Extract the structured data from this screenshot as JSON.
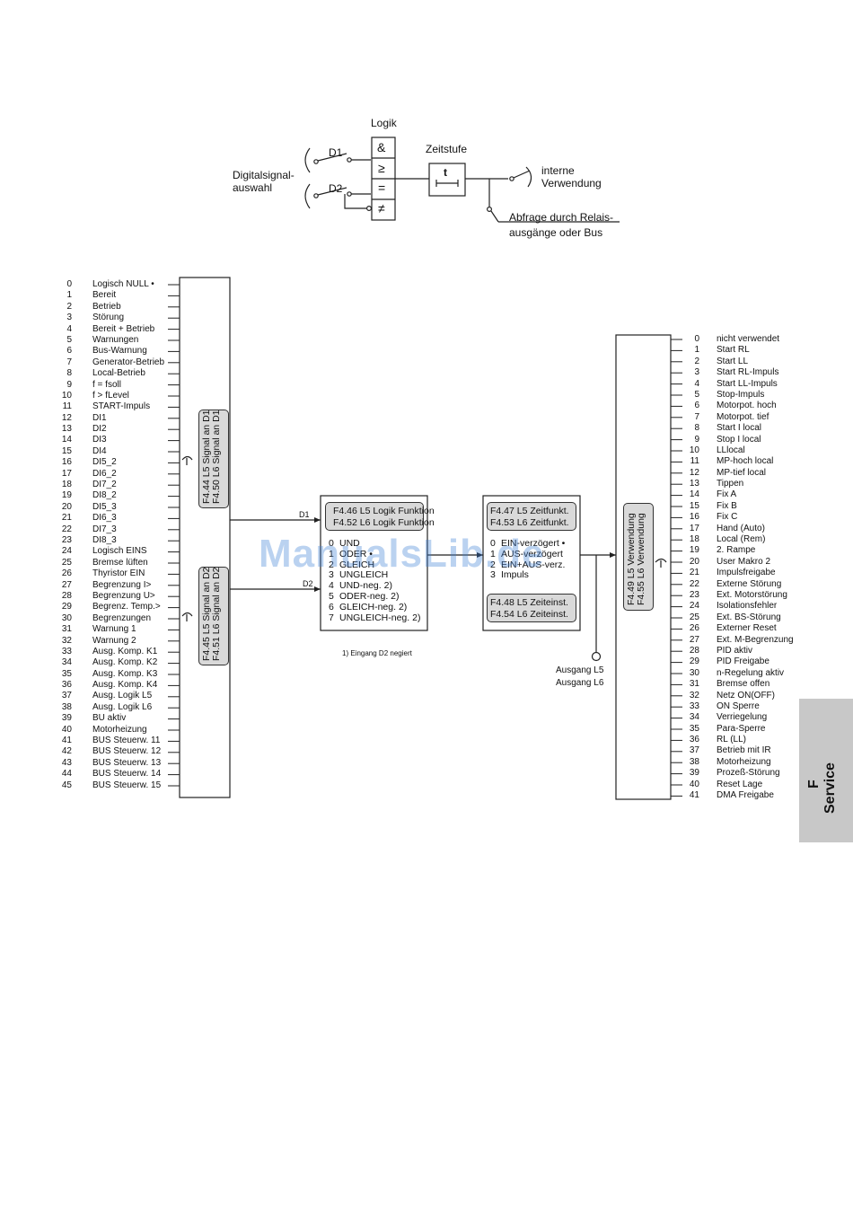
{
  "top": {
    "logik": "Logik",
    "d1": "D1",
    "d2": "D2",
    "digital_line1": "Digitalsignal-",
    "digital_line2": "auswahl",
    "sym_and": "&",
    "sym_ge": "≥",
    "sym_eq": "=",
    "sym_ne": "≠",
    "zeitstufe": "Zeitstufe",
    "t": "t",
    "interne_line1": "interne",
    "interne_line2": "Verwendung",
    "abfrage_line1": "Abfrage durch Relais-",
    "abfrage_line2": "ausgänge oder Bus"
  },
  "inputs": [
    {
      "n": "0",
      "label": "Logisch NULL •"
    },
    {
      "n": "1",
      "label": "Bereit"
    },
    {
      "n": "2",
      "label": "Betrieb"
    },
    {
      "n": "3",
      "label": "Störung"
    },
    {
      "n": "4",
      "label": "Bereit + Betrieb"
    },
    {
      "n": "5",
      "label": "Warnungen"
    },
    {
      "n": "6",
      "label": "Bus-Warnung"
    },
    {
      "n": "7",
      "label": "Generator-Betrieb"
    },
    {
      "n": "8",
      "label": "Local-Betrieb"
    },
    {
      "n": "9",
      "label": "f = fsoll"
    },
    {
      "n": "10",
      "label": "f > fLevel"
    },
    {
      "n": "11",
      "label": "START-Impuls"
    },
    {
      "n": "12",
      "label": "DI1"
    },
    {
      "n": "13",
      "label": "DI2"
    },
    {
      "n": "14",
      "label": "DI3"
    },
    {
      "n": "15",
      "label": "DI4"
    },
    {
      "n": "16",
      "label": "DI5_2"
    },
    {
      "n": "17",
      "label": "DI6_2"
    },
    {
      "n": "18",
      "label": "DI7_2"
    },
    {
      "n": "19",
      "label": "DI8_2"
    },
    {
      "n": "20",
      "label": "DI5_3"
    },
    {
      "n": "21",
      "label": "DI6_3"
    },
    {
      "n": "22",
      "label": "DI7_3"
    },
    {
      "n": "23",
      "label": "DI8_3"
    },
    {
      "n": "24",
      "label": "Logisch EINS"
    },
    {
      "n": "25",
      "label": "Bremse lüften"
    },
    {
      "n": "26",
      "label": "Thyristor EIN"
    },
    {
      "n": "27",
      "label": "Begrenzung I>"
    },
    {
      "n": "28",
      "label": "Begrenzung U>"
    },
    {
      "n": "29",
      "label": "Begrenz. Temp.>"
    },
    {
      "n": "30",
      "label": "Begrenzungen"
    },
    {
      "n": "31",
      "label": "Warnung 1"
    },
    {
      "n": "32",
      "label": "Warnung 2"
    },
    {
      "n": "33",
      "label": "Ausg. Komp. K1"
    },
    {
      "n": "34",
      "label": "Ausg. Komp. K2"
    },
    {
      "n": "35",
      "label": "Ausg. Komp. K3"
    },
    {
      "n": "36",
      "label": "Ausg. Komp. K4"
    },
    {
      "n": "37",
      "label": "Ausg. Logik L5"
    },
    {
      "n": "38",
      "label": "Ausg. Logik L6"
    },
    {
      "n": "39",
      "label": "BU aktiv"
    },
    {
      "n": "40",
      "label": "Motorheizung"
    },
    {
      "n": "41",
      "label": "BUS Steuerw. 11"
    },
    {
      "n": "42",
      "label": "BUS Steuerw. 12"
    },
    {
      "n": "43",
      "label": "BUS Steuerw. 13"
    },
    {
      "n": "44",
      "label": "BUS Steuerw. 14"
    },
    {
      "n": "45",
      "label": "BUS Steuerw. 15"
    }
  ],
  "signal_d1": {
    "line1": "F4.44 L5 Signal an D1",
    "line2": "F4.50 L6 Signal an D1"
  },
  "signal_d2": {
    "line1": "F4.45 L5 Signal an D2",
    "line2": "F4.51 L6 Signal an D2"
  },
  "wire_d1": "D1",
  "wire_d2": "D2",
  "logic_box": {
    "header1": "F4.46 L5 Logik Funktion",
    "header2": "F4.52 L6 Logik Funktion",
    "options": [
      {
        "n": "0",
        "label": "UND"
      },
      {
        "n": "1",
        "label": "ODER •"
      },
      {
        "n": "2",
        "label": "GLEICH"
      },
      {
        "n": "3",
        "label": "UNGLEICH"
      },
      {
        "n": "4",
        "label": "UND-neg. 2)"
      },
      {
        "n": "5",
        "label": "ODER-neg. 2)"
      },
      {
        "n": "6",
        "label": "GLEICH-neg. 2)"
      },
      {
        "n": "7",
        "label": "UNGLEICH-neg. 2)"
      }
    ],
    "footnote": "1) Eingang D2 negiert"
  },
  "time_box": {
    "header1": "F4.47 L5 Zeitfunkt.",
    "header2": "F4.53 L6 Zeitfunkt.",
    "options": [
      {
        "n": "0",
        "label": "EIN-verzögert •"
      },
      {
        "n": "1",
        "label": "AUS-verzögert"
      },
      {
        "n": "2",
        "label": "EIN+AUS-verz."
      },
      {
        "n": "3",
        "label": "Impuls"
      }
    ],
    "footer1": "F4.48 L5 Zeiteinst.",
    "footer2": "F4.54 L6 Zeiteinst."
  },
  "ausgang": {
    "line1": "Ausgang L5",
    "line2": "Ausgang L6"
  },
  "verwendung": {
    "line1": "F4.49 L5 Verwendung",
    "line2": "F4.55 L6 Verwendung"
  },
  "outputs": [
    {
      "n": "0",
      "label": "nicht verwendet"
    },
    {
      "n": "1",
      "label": "Start RL"
    },
    {
      "n": "2",
      "label": "Start LL"
    },
    {
      "n": "3",
      "label": "Start RL-Impuls"
    },
    {
      "n": "4",
      "label": "Start LL-Impuls"
    },
    {
      "n": "5",
      "label": "Stop-Impuls"
    },
    {
      "n": "6",
      "label": "Motorpot. hoch"
    },
    {
      "n": "7",
      "label": "Motorpot. tief"
    },
    {
      "n": "8",
      "label": "Start I local"
    },
    {
      "n": "9",
      "label": "Stop I local"
    },
    {
      "n": "10",
      "label": "LLlocal"
    },
    {
      "n": "11",
      "label": "MP-hoch local"
    },
    {
      "n": "12",
      "label": "MP-tief local"
    },
    {
      "n": "13",
      "label": "Tippen"
    },
    {
      "n": "14",
      "label": "Fix A"
    },
    {
      "n": "15",
      "label": "Fix B"
    },
    {
      "n": "16",
      "label": "Fix C"
    },
    {
      "n": "17",
      "label": "Hand (Auto)"
    },
    {
      "n": "18",
      "label": "Local (Rem)"
    },
    {
      "n": "19",
      "label": "2. Rampe"
    },
    {
      "n": "20",
      "label": "User Makro 2"
    },
    {
      "n": "21",
      "label": "Impulsfreigabe"
    },
    {
      "n": "22",
      "label": "Externe Störung"
    },
    {
      "n": "23",
      "label": "Ext. Motorstörung"
    },
    {
      "n": "24",
      "label": "Isolationsfehler"
    },
    {
      "n": "25",
      "label": "Ext. BS-Störung"
    },
    {
      "n": "26",
      "label": "Externer Reset"
    },
    {
      "n": "27",
      "label": "Ext. M-Begrenzung"
    },
    {
      "n": "28",
      "label": "PID aktiv"
    },
    {
      "n": "29",
      "label": "PID Freigabe"
    },
    {
      "n": "30",
      "label": "n-Regelung aktiv"
    },
    {
      "n": "31",
      "label": "Bremse offen"
    },
    {
      "n": "32",
      "label": "Netz ON(OFF)"
    },
    {
      "n": "33",
      "label": "ON Sperre"
    },
    {
      "n": "34",
      "label": "Verriegelung"
    },
    {
      "n": "35",
      "label": "Para-Sperre"
    },
    {
      "n": "36",
      "label": "RL (LL)"
    },
    {
      "n": "37",
      "label": "Betrieb mit IR"
    },
    {
      "n": "38",
      "label": "Motorheizung"
    },
    {
      "n": "39",
      "label": "Prozeß-Störung"
    },
    {
      "n": "40",
      "label": "Reset Lage"
    },
    {
      "n": "41",
      "label": "DMA Freigabe"
    }
  ],
  "tab": {
    "letter": "F",
    "label": "Service"
  },
  "watermark": "ManualsLib.de"
}
